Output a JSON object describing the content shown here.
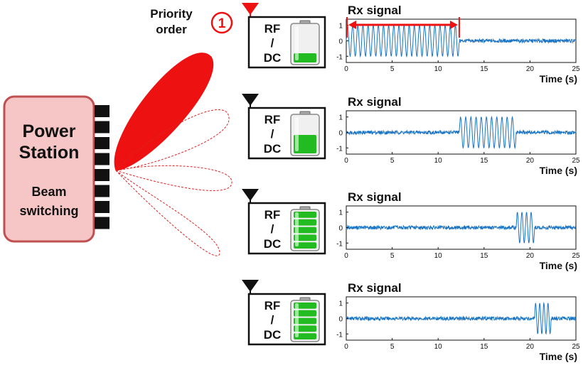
{
  "power_station": {
    "title_line1": "Power",
    "title_line2": "Station",
    "sub_line1": "Beam",
    "sub_line2": "switching"
  },
  "priority": {
    "label_line1": "Priority",
    "label_line2": "order",
    "number": "1"
  },
  "receivers": [
    {
      "rf": "RF",
      "slash": "/",
      "dc": "DC",
      "battery_level": 0.25,
      "active": true
    },
    {
      "rf": "RF",
      "slash": "/",
      "dc": "DC",
      "battery_level": 0.5,
      "active": false
    },
    {
      "rf": "RF",
      "slash": "/",
      "dc": "DC",
      "battery_level": 0.85,
      "active": false
    },
    {
      "rf": "RF",
      "slash": "/",
      "dc": "DC",
      "battery_level": 0.85,
      "active": false
    }
  ],
  "colors": {
    "beam_active": "#ee1111",
    "station_fill": "#f6c6c6",
    "station_stroke": "#c05050",
    "signal": "#1a74c4",
    "battery_green": "#22bb22",
    "antenna_active": "#ee1111",
    "antenna_idle": "#111111"
  },
  "chart_data": [
    {
      "type": "line",
      "title": "Rx signal",
      "xlabel": "Time (s)",
      "xlim": [
        0,
        25
      ],
      "ylim": [
        -1.4,
        1.4
      ],
      "xticks": [
        "0",
        "5",
        "10",
        "15",
        "20",
        "25"
      ],
      "yticks": [
        "1",
        "0",
        "-1"
      ],
      "burst_start": 0,
      "burst_end": 12.3,
      "burst_amplitude": 1,
      "noise_amplitude": 0.12,
      "burst_cycles": 22
    },
    {
      "type": "line",
      "title": "Rx signal",
      "xlabel": "Time (s)",
      "xlim": [
        0,
        25
      ],
      "ylim": [
        -1.4,
        1.4
      ],
      "xticks": [
        "0",
        "5",
        "10",
        "15",
        "20",
        "25"
      ],
      "yticks": [
        "1",
        "0",
        "-1"
      ],
      "burst_start": 12.3,
      "burst_end": 18.5,
      "burst_amplitude": 1,
      "noise_amplitude": 0.12,
      "burst_cycles": 11
    },
    {
      "type": "line",
      "title": "Rx signal",
      "xlabel": "Time (s)",
      "xlim": [
        0,
        25
      ],
      "ylim": [
        -1.4,
        1.4
      ],
      "xticks": [
        "0",
        "5",
        "10",
        "15",
        "20",
        "25"
      ],
      "yticks": [
        "1",
        "0",
        "-1"
      ],
      "burst_start": 18.5,
      "burst_end": 20.5,
      "burst_amplitude": 1,
      "noise_amplitude": 0.12,
      "burst_cycles": 4
    },
    {
      "type": "line",
      "title": "Rx signal",
      "xlabel": "Time (s)",
      "xlim": [
        0,
        25
      ],
      "ylim": [
        -1.4,
        1.4
      ],
      "xticks": [
        "0",
        "5",
        "10",
        "15",
        "20",
        "25"
      ],
      "yticks": [
        "1",
        "0",
        "-1"
      ],
      "burst_start": 20.5,
      "burst_end": 22.3,
      "burst_amplitude": 1,
      "noise_amplitude": 0.12,
      "burst_cycles": 4
    }
  ]
}
